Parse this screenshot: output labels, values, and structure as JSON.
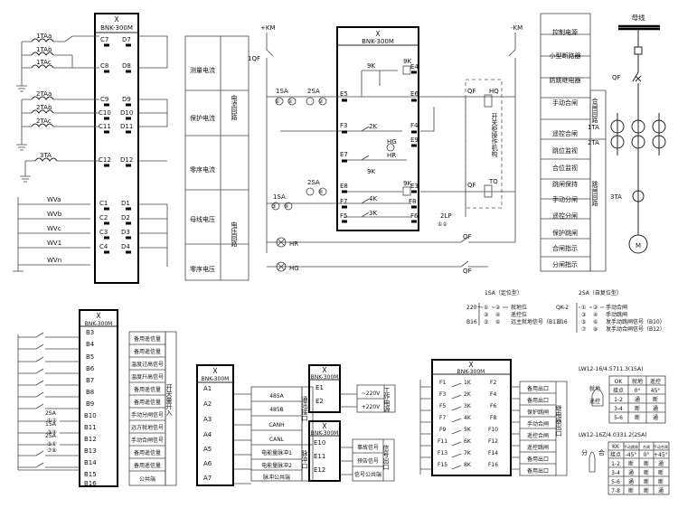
{
  "block1": {
    "x": "X",
    "model": "BNK-300M",
    "ct_labels": [
      "1TAa",
      "1TAb",
      "1TAc",
      "2TAa",
      "2TAb",
      "2TAc",
      "3TA"
    ],
    "pt_labels": [
      "WVa",
      "WVb",
      "WVc",
      "WV1",
      "WVn"
    ],
    "left_terms": [
      "C7",
      "C8",
      "C9",
      "C10",
      "C11",
      "C12",
      "C1",
      "C2",
      "C3",
      "C4"
    ],
    "right_terms": [
      "D7",
      "D8",
      "D9",
      "D10",
      "D11",
      "D12",
      "D1",
      "D2",
      "D3",
      "D4"
    ],
    "groups": [
      "测量电流",
      "保护电流",
      "零序电流",
      "母线电压",
      "零序电压"
    ],
    "side1": "电流回路",
    "side2": "电压回路"
  },
  "block2": {
    "x": "X",
    "model": "BNK-300M",
    "km_pos": "+KM",
    "km_neg": "-KM",
    "qf1": "1QF",
    "left_terms": [
      "E5",
      "F3",
      "E7",
      "E8",
      "F7",
      "F5"
    ],
    "right_terms": [
      "E4",
      "E6",
      "F4",
      "E9",
      "E3",
      "F8",
      "F6"
    ],
    "contacts": [
      "9K",
      "9K",
      "2K",
      "9K",
      "9K",
      "4K",
      "3K"
    ],
    "lamps": [
      "HG",
      "HR",
      "HR",
      "HG"
    ],
    "switches": [
      "1SA",
      "2SA",
      "2SA",
      "1SA"
    ],
    "nums": [
      "①",
      "②",
      "②",
      "③",
      "④",
      "④"
    ],
    "lp": "2LP",
    "lp_nums": "①②",
    "qf": [
      "QF",
      "QF",
      "QF",
      "QF"
    ],
    "hq": "HQ",
    "tq": "TQ",
    "mech": "开关柜操作机构"
  },
  "table1": {
    "rows": [
      "控制电源",
      "小型断路器",
      "防跳继电器",
      "手动合闸",
      "遥控合闸",
      "跳位监视",
      "合位监视",
      "跳闸保持",
      "手动分闸",
      "遥控分闸",
      "保护跳闸",
      "合闸指示",
      "分闸指示"
    ],
    "side1": "合闸回路",
    "side2": "跳闸回路"
  },
  "oneline": {
    "busbar": "母线",
    "qf": "QF",
    "ta1": "1TA",
    "ta2": "2TA",
    "ta3": "3TA",
    "motor": "M"
  },
  "block3": {
    "x": "X",
    "model": "BNK-300M",
    "terms": [
      "B3",
      "B4",
      "B5",
      "B6",
      "B7",
      "B8",
      "B9",
      "B10",
      "B11",
      "B12",
      "B13",
      "B14",
      "B15",
      "B16"
    ],
    "sw_labels": [
      "2SA",
      "1SA",
      "2SA"
    ],
    "sw_nums": [
      "①②",
      "③④",
      "⑤⑥",
      "⑦⑧"
    ],
    "rows": [
      "备用遥信量",
      "备用遥信量",
      "温度过高信号",
      "温度升高信号",
      "备用遥信量",
      "备用遥信量",
      "手动分闸信号",
      "远方就地信号",
      "手动合闸信号",
      "备用遥信量",
      "备用遥信量",
      "公共端"
    ],
    "side": "开关量开入"
  },
  "block4": {
    "x": "X",
    "model": "BNK-300M",
    "terms": [
      "A1",
      "A2",
      "A3",
      "A4",
      "A5",
      "A6",
      "A7"
    ],
    "rows": [
      "485A",
      "485B",
      "CANH",
      "CANL",
      "电能量脉冲1",
      "电能量脉冲2",
      "脉冲公共端"
    ],
    "side1": "通讯接口",
    "side2": "脉冲口"
  },
  "block5": {
    "x": "X",
    "model": "BNK-300M",
    "terms": [
      "E1",
      "E2"
    ],
    "rows": [
      "~220V",
      "+220V"
    ],
    "side": "工作电源"
  },
  "block6": {
    "x": "X",
    "model": "BNK-300M",
    "terms": [
      "E10",
      "E11",
      "E12"
    ],
    "rows": [
      "事故信号",
      "预告信号",
      "信号公共端"
    ],
    "side": "信号出口"
  },
  "block7": {
    "x": "X",
    "model": "BNK-300M",
    "left_terms": [
      "F1",
      "F3",
      "F5",
      "F7",
      "F9",
      "F11",
      "F13",
      "F15"
    ],
    "right_terms": [
      "F2",
      "F4",
      "F6",
      "F8",
      "F10",
      "F12",
      "F14",
      "F16"
    ],
    "contacts": [
      "1K",
      "2K",
      "3K",
      "4K",
      "5K",
      "6K",
      "7K",
      "8K"
    ],
    "rows": [
      "备用出口",
      "备用出口",
      "保护跳闸",
      "手动合闸",
      "遥控合闸",
      "遥控跳闸",
      "备用出口",
      "备用出口"
    ],
    "side": "继电器出口"
  },
  "sa_notes": {
    "sa1_title": "1SA（定位型）",
    "sa2_title": "2SA（自复位型）",
    "sa1_left": [
      "220+",
      "",
      "B16"
    ],
    "sa1_nums": [
      "①",
      "③",
      "⑤"
    ],
    "sa1_nums_r": [
      "②",
      "④",
      "⑥"
    ],
    "sa1_desc": [
      "就地位",
      "遥控位",
      "远主就地信号（B11）"
    ],
    "sa2_left": [
      "QK-2",
      "",
      "B16"
    ],
    "sa2_nums": [
      "①",
      "③",
      "⑤",
      "⑦"
    ],
    "sa2_nums_r": [
      "②",
      "④",
      "⑥",
      "⑧"
    ],
    "sa2_desc": [
      "手动合闸",
      "手动跳闸",
      "发手动跳闸信号（B10）",
      "发手动合闸信号（B12）"
    ]
  },
  "sw_table1": {
    "title": "LW12-16/4.5711.3(1SA)",
    "pos_left": "就地",
    "pos_right": "遥控",
    "headers": [
      "OK",
      "就地",
      "遥控"
    ],
    "sub": [
      "接点",
      "0°",
      "45°"
    ],
    "rows": [
      [
        "1-2",
        "通",
        "断"
      ],
      [
        "3-4",
        "断",
        "通"
      ],
      [
        "5-6",
        "断",
        "通"
      ]
    ]
  },
  "sw_table2": {
    "title": "LW12-16Z/4.0331.2(2SA)",
    "pos_left": "分",
    "pos_right": "合",
    "headers": [
      "KK",
      "手动跳闸",
      "合闸",
      "手动合闸"
    ],
    "sub": [
      "接点",
      "-45°",
      "0°",
      "+45°"
    ],
    "rows": [
      [
        "1-2",
        "断",
        "断",
        "通"
      ],
      [
        "3-4",
        "通",
        "断",
        "断"
      ],
      [
        "5-6",
        "通",
        "断",
        "断"
      ],
      [
        "7-8",
        "断",
        "断",
        "通"
      ]
    ]
  }
}
